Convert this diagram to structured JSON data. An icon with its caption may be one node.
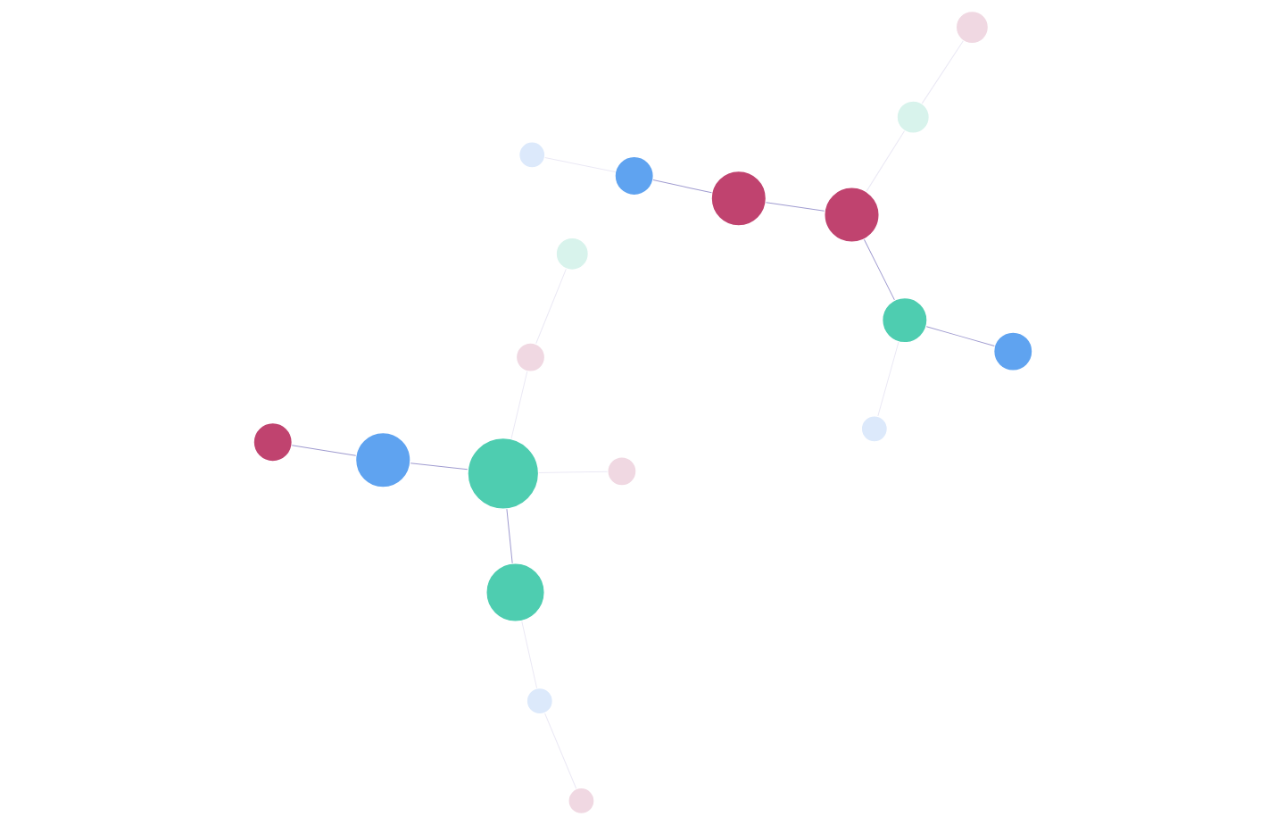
{
  "diagram": {
    "nodes": [
      {
        "text": [],
        "shape": "circle"
      },
      {
        "text": [],
        "shape": "circle"
      },
      {
        "text": [],
        "shape": "circle"
      },
      {
        "text": [],
        "shape": "circle"
      },
      {
        "text": [],
        "shape": "circle"
      },
      {
        "text": [],
        "shape": "circle"
      },
      {
        "text": [],
        "shape": "circle"
      },
      {
        "text": [],
        "shape": "circle"
      },
      {
        "text": [],
        "shape": "circle"
      },
      {
        "text": [],
        "shape": "circle"
      },
      {
        "text": [],
        "shape": "circle"
      },
      {
        "text": [],
        "shape": "circle"
      },
      {
        "text": [],
        "shape": "circle"
      },
      {
        "text": [],
        "shape": "circle"
      },
      {
        "text": [],
        "shape": "circle"
      },
      {
        "text": [],
        "shape": "circle"
      },
      {
        "text": [],
        "shape": "circle"
      },
      {
        "text": [],
        "shape": "circle"
      }
    ],
    "edges": [
      {
        "from": 0,
        "to": 1,
        "arrow": "none",
        "color": "#a09cd0"
      },
      {
        "from": 5,
        "to": 6,
        "arrow": "none"
      },
      {
        "from": 3,
        "to": 4,
        "arrow": "none"
      },
      {
        "from": 6,
        "to": 8,
        "arrow": "none",
        "color": "#a09cd0"
      },
      {
        "from": 1,
        "to": 7,
        "arrow": "none",
        "color": "#a09cd0"
      },
      {
        "from": 4,
        "to": 7,
        "arrow": "none"
      },
      {
        "from": 8,
        "to": 12,
        "arrow": "none",
        "color": "#a09cd0"
      },
      {
        "from": 7,
        "to": 10,
        "arrow": "none",
        "color": "#a09cd0"
      },
      {
        "from": 2,
        "to": 7,
        "arrow": "none"
      },
      {
        "from": 10,
        "to": 14,
        "arrow": "none"
      },
      {
        "from": 13,
        "to": 14,
        "arrow": "none"
      },
      {
        "from": 16,
        "to": 17,
        "arrow": "none",
        "color": "#a09cd0"
      },
      {
        "from": 17,
        "to": 12,
        "arrow": "none",
        "color": "#a09cd0"
      },
      {
        "from": 17,
        "to": 15,
        "arrow": "none"
      },
      {
        "from": 12,
        "to": 9,
        "arrow": "none"
      },
      {
        "from": 9,
        "to": 11,
        "arrow": "none"
      }
    ]
  }
}
